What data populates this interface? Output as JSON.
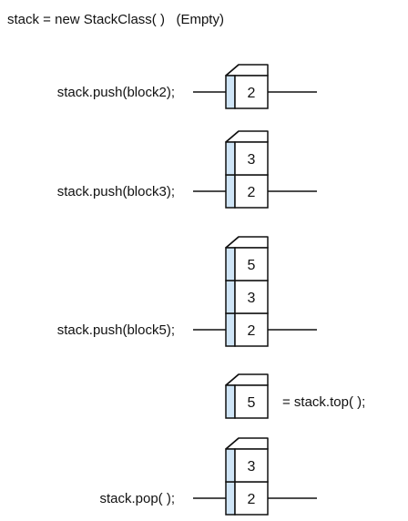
{
  "header": {
    "text": "stack = new StackClass( )   (Empty)"
  },
  "colors": {
    "block_side": "#cfe5f7",
    "block_face": "#ffffff",
    "outline": "#111111"
  },
  "steps": [
    {
      "label": "stack.push(block2);",
      "blocks": [
        "2"
      ]
    },
    {
      "label": "stack.push(block3);",
      "blocks": [
        "2",
        "3"
      ]
    },
    {
      "label": "stack.push(block5);",
      "blocks": [
        "2",
        "3",
        "5"
      ]
    },
    {
      "label": "",
      "blocks": [
        "5"
      ],
      "side_label": "= stack.top( );"
    },
    {
      "label": "stack.pop( );",
      "blocks": [
        "2",
        "3"
      ]
    }
  ]
}
